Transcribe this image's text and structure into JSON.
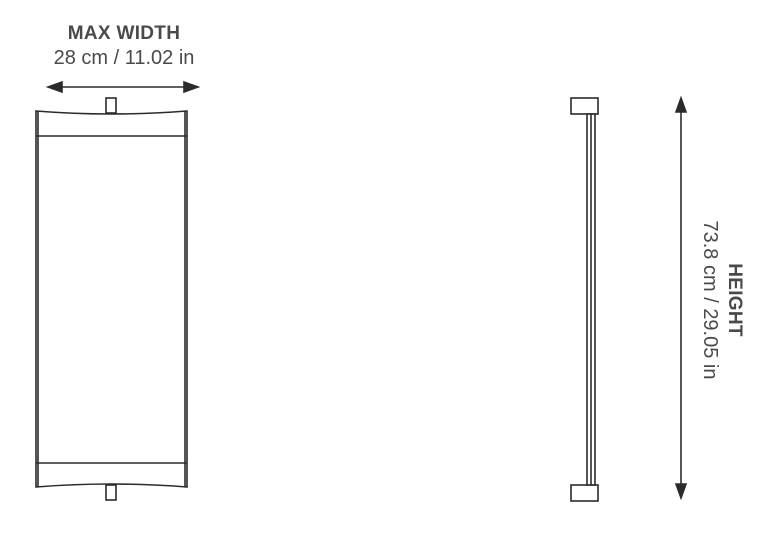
{
  "width_dimension": {
    "title": "MAX WIDTH",
    "value": "28 cm / 11.02 in"
  },
  "height_dimension": {
    "title": "HEIGHT",
    "value": "73.8 cm / 29.05 in"
  },
  "colors": {
    "line": "#2b2b2b",
    "text": "#4a4a4a",
    "background": "#ffffff"
  }
}
